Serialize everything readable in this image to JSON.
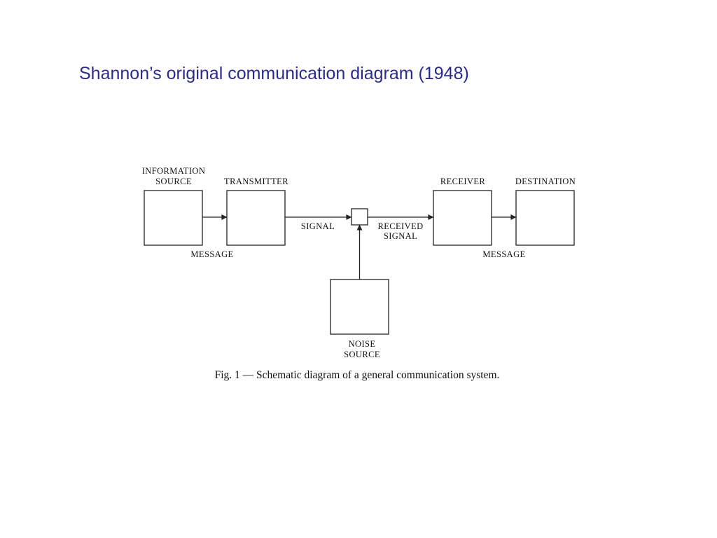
{
  "title": "Shannon’s original communication diagram (1948)",
  "colors": {
    "title": "#2b2b8f",
    "ink": "#222222"
  },
  "diagram": {
    "nodes": {
      "information_source": {
        "line1": "INFORMATION",
        "line2": "SOURCE"
      },
      "transmitter": "TRANSMITTER",
      "receiver": "RECEIVER",
      "destination": "DESTINATION",
      "noise_source": {
        "line1": "NOISE",
        "line2": "SOURCE"
      }
    },
    "edges": {
      "message_left": "MESSAGE",
      "signal": "SIGNAL",
      "received_signal": {
        "line1": "RECEIVED",
        "line2": "SIGNAL"
      },
      "message_right": "MESSAGE"
    },
    "caption": "Fig. 1 — Schematic diagram of a general communication system."
  }
}
